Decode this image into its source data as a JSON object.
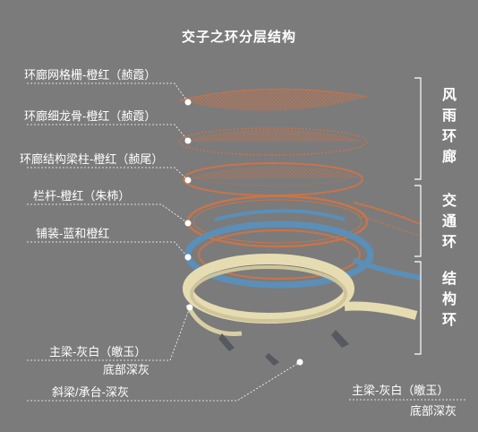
{
  "title": "交子之环分层结构",
  "labels": {
    "corridor_grid": "环廊网格栅-橙红（赪霞）",
    "corridor_keel": "环廊细龙骨-橙红（赪霞）",
    "corridor_structure": "环廊结构梁柱-橙红（赪尾）",
    "railing": "栏杆-橙红（朱柿）",
    "paving": "铺装-蓝和橙红",
    "main_beam": "主梁-灰白（皦玉）",
    "main_beam_bottom": "底部深灰",
    "inclined_beam": "斜梁/承台-深灰",
    "main_beam_right": "主梁-灰白（皦玉）",
    "main_beam_right_bottom": "底部深灰"
  },
  "groups": {
    "wind_rain": "风雨环廊",
    "traffic": "交通环",
    "structure": "结构环"
  },
  "colors": {
    "background": "#7b7b7b",
    "orange_red": "#c8744a",
    "blue": "#5b8fb8",
    "cream": "#e6dcb2",
    "dark_gray": "#555a60",
    "white": "#ffffff"
  }
}
